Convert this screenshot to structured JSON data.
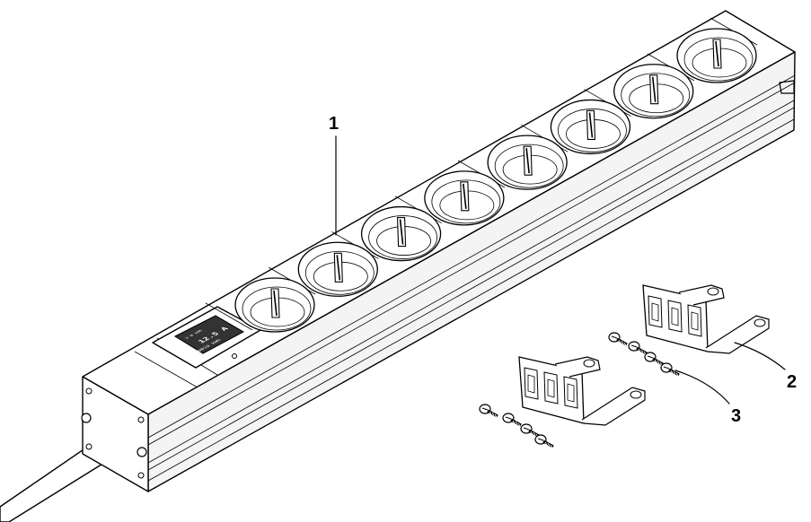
{
  "callouts": [
    {
      "id": "1",
      "label": "1"
    },
    {
      "id": "2",
      "label": "2"
    },
    {
      "id": "3",
      "label": "3"
    }
  ],
  "display": {
    "line1": "V  W  kWh",
    "line2": "12.5 A",
    "line3": "00019 kWh"
  },
  "socket_count": 8,
  "screw_count": 8,
  "bracket_count": 2
}
